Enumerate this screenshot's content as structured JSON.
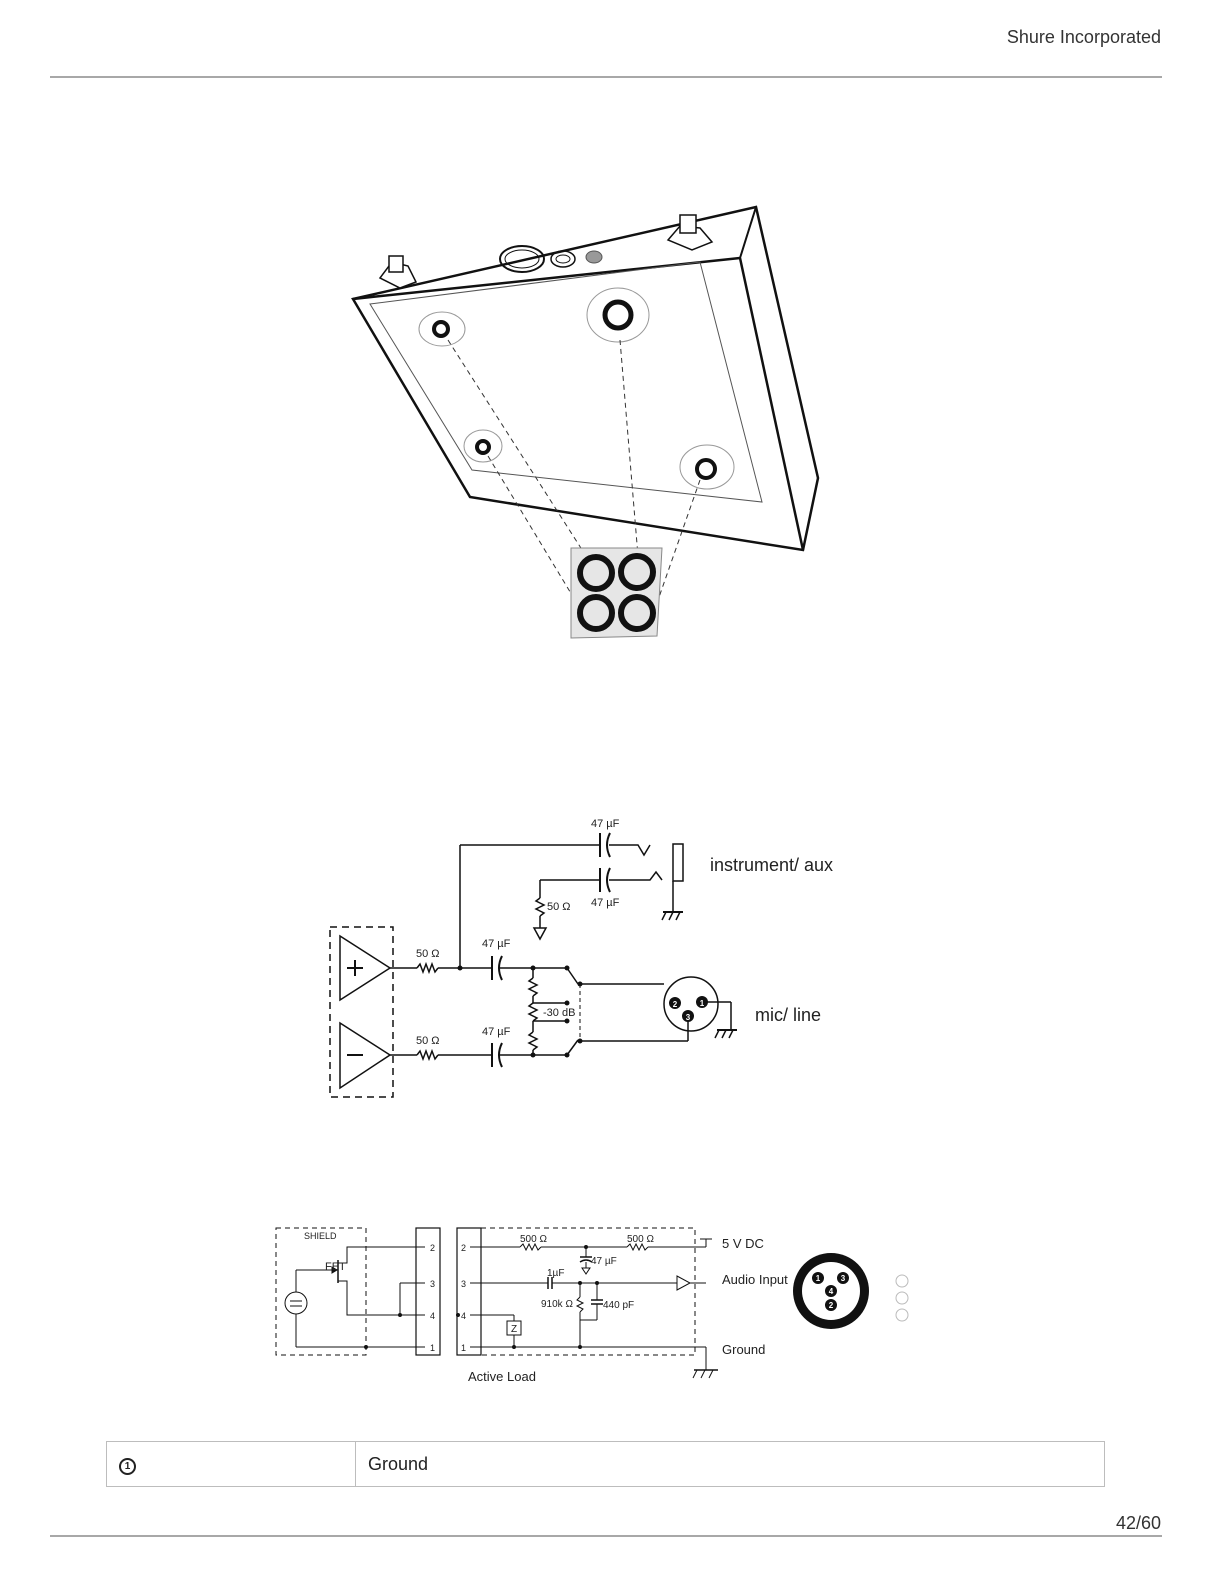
{
  "header": {
    "company": "Shure Incorporated"
  },
  "footer": {
    "page": "42/60"
  },
  "diagram_input": {
    "cap_top": "47 µF",
    "cap_mid": "47 µF",
    "res_inst": "50 Ω",
    "res_plus": "50 Ω",
    "cap_plus": "47 µF",
    "res_minus": "50 Ω",
    "cap_minus": "47 µF",
    "pad": "-30 dB",
    "label_instrument": "instrument/ aux",
    "label_mic": "mic/ line",
    "pins": {
      "p1": "1",
      "p2": "2",
      "p3": "3"
    }
  },
  "diagram_mic": {
    "shield": "SHIELD",
    "fet": "FET",
    "res_a": "500 Ω",
    "res_b": "500 Ω",
    "cap_47": "47 µF",
    "cap_1": "1µF",
    "res_910": "910k Ω",
    "cap_440": "440 pF",
    "z": "Z",
    "supply": "5 V DC",
    "audio": "Audio Input",
    "ground": "Ground",
    "active_load": "Active Load",
    "left_pins": [
      "2",
      "3",
      "4",
      "1"
    ],
    "right_pins": [
      "2",
      "3",
      "4",
      "1"
    ],
    "connector_pins": [
      "1",
      "3",
      "4",
      "2"
    ]
  },
  "pin_table": {
    "rows": [
      {
        "pin": "1",
        "description": "Ground"
      }
    ]
  }
}
